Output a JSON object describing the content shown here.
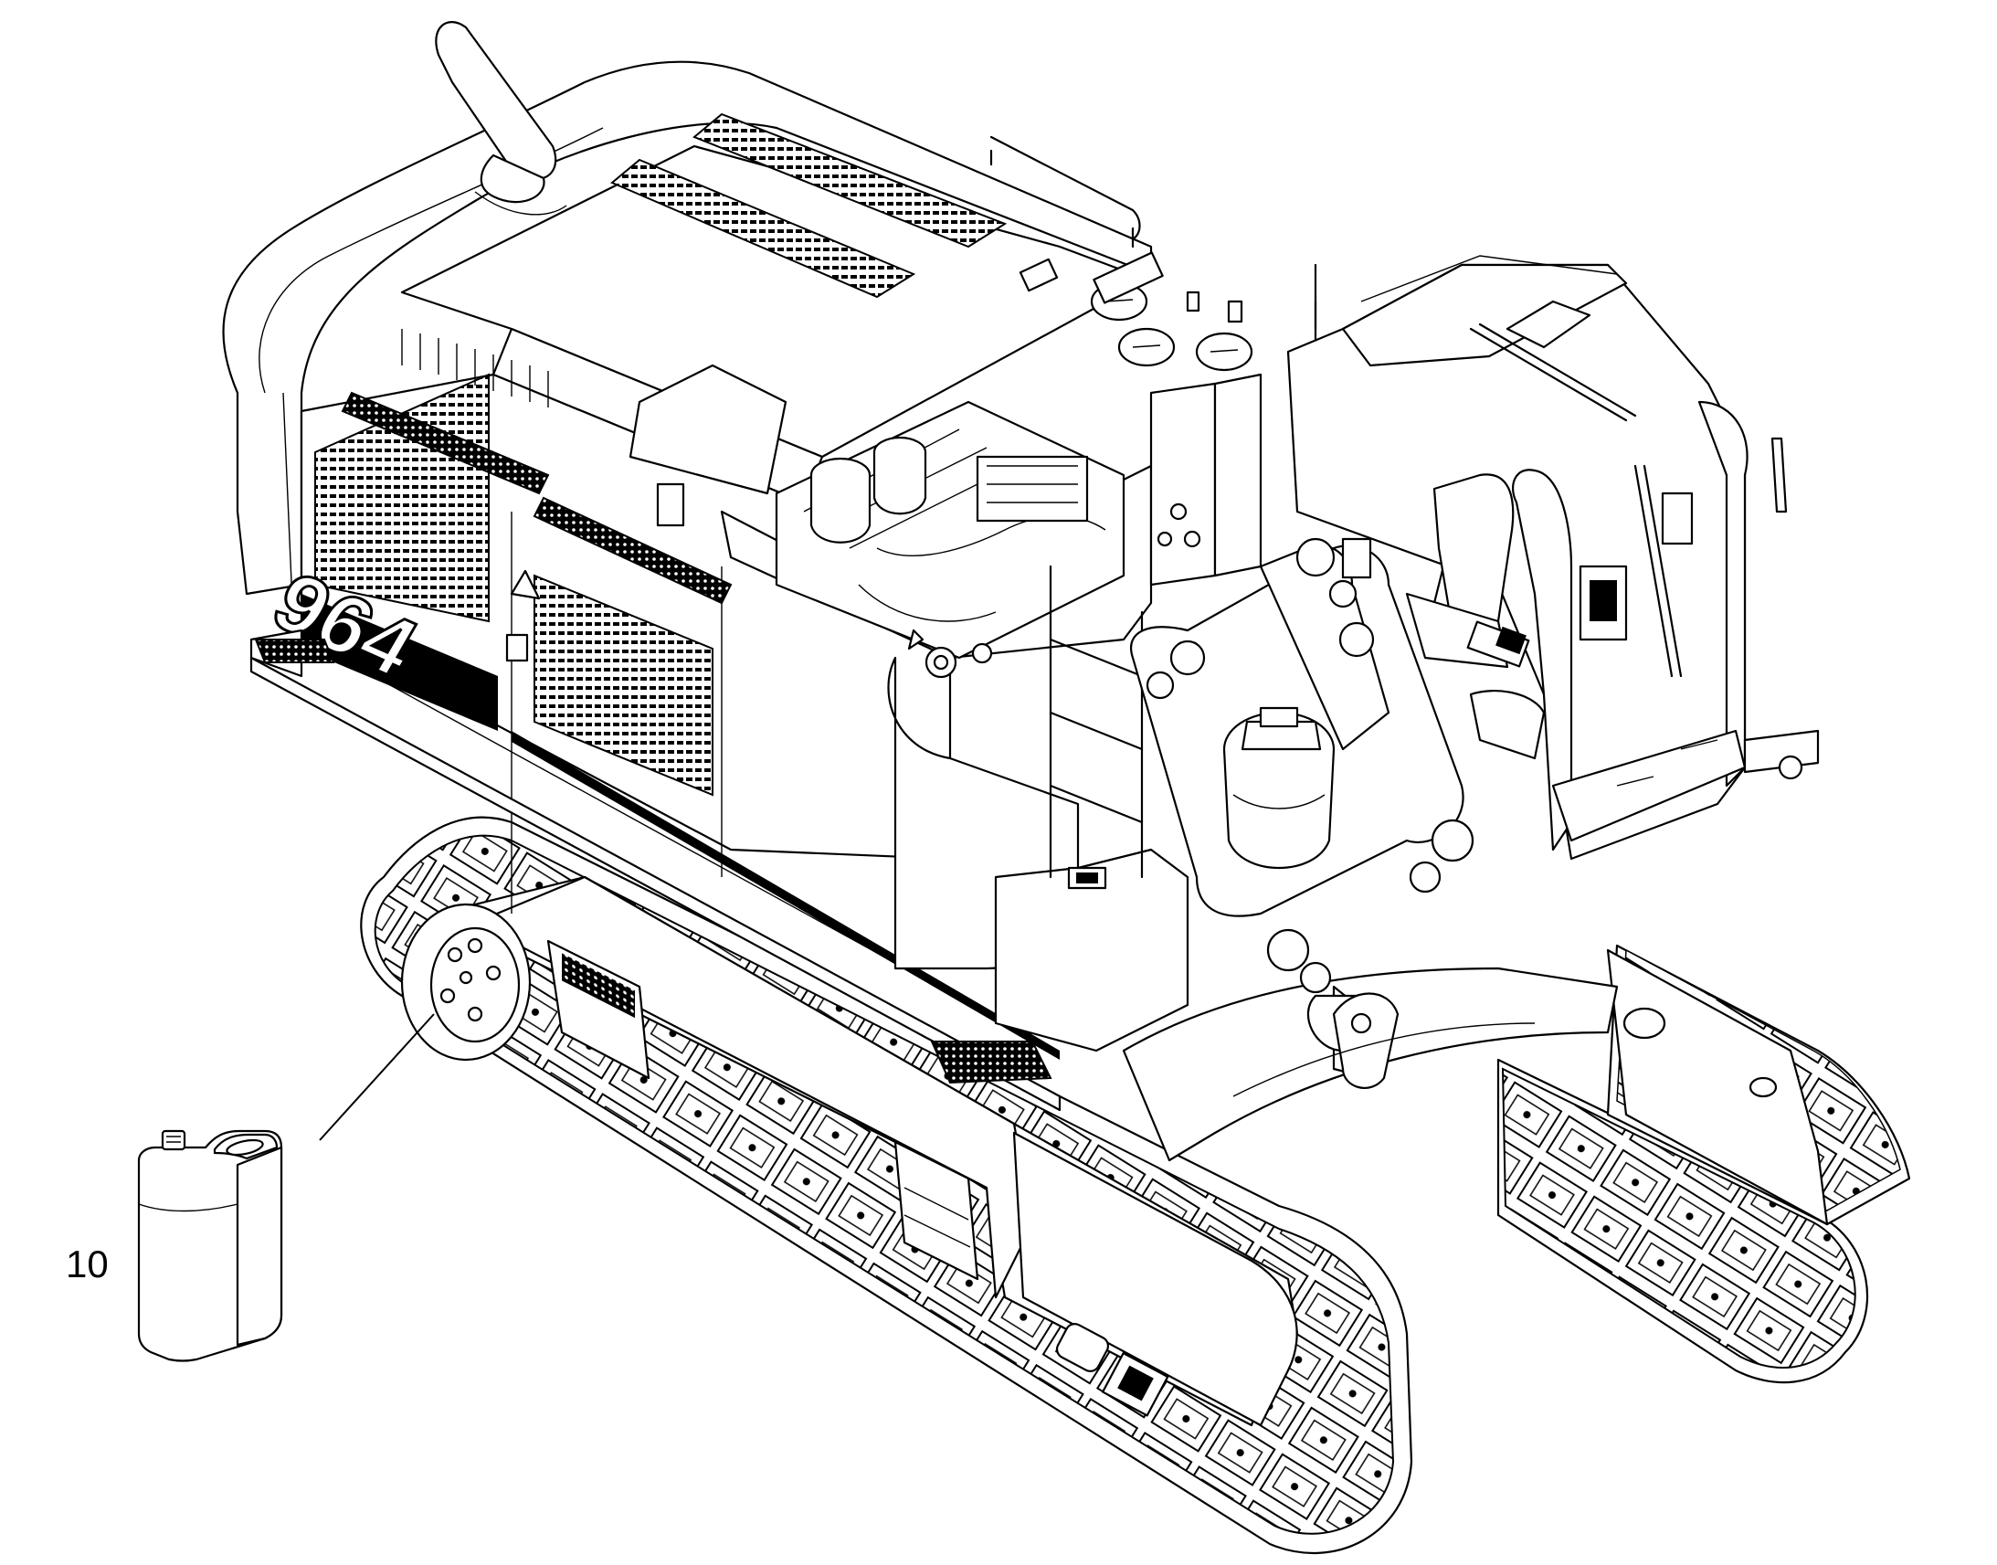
{
  "figure": {
    "model_number": "964",
    "callouts": [
      {
        "number": "10",
        "item": "oil-container-icon",
        "target": "travel-drive-gearbox"
      }
    ]
  },
  "colors": {
    "line": "#000000",
    "background": "#ffffff",
    "grille": "#000000"
  }
}
